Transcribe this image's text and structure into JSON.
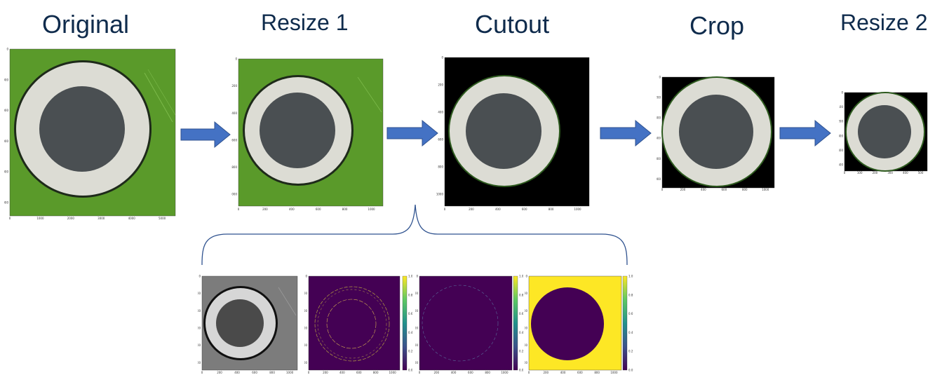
{
  "stages": [
    {
      "id": "original",
      "title": "Original",
      "x_ticks": [
        "0",
        "1000",
        "2000",
        "3000",
        "4000",
        "5000"
      ],
      "y_ticks": [
        "0",
        "1000",
        "2000",
        "3000",
        "4000",
        "5000"
      ]
    },
    {
      "id": "resize1",
      "title": "Resize 1",
      "x_ticks": [
        "0",
        "200",
        "400",
        "600",
        "800",
        "1000"
      ],
      "y_ticks": [
        "0",
        "200",
        "400",
        "600",
        "800",
        "1000"
      ]
    },
    {
      "id": "cutout",
      "title": "Cutout",
      "x_ticks": [
        "0",
        "200",
        "400",
        "600",
        "800",
        "1000"
      ],
      "y_ticks": [
        "0",
        "200",
        "400",
        "600",
        "800",
        "1000"
      ]
    },
    {
      "id": "crop",
      "title": "Crop",
      "x_ticks": [
        "0",
        "200",
        "400",
        "600",
        "800",
        "1000"
      ],
      "y_ticks": [
        "0",
        "200",
        "400",
        "600",
        "800",
        "1000"
      ]
    },
    {
      "id": "resize2",
      "title": "Resize 2",
      "x_ticks": [
        "0",
        "100",
        "200",
        "300",
        "400",
        "500"
      ],
      "y_ticks": [
        "0",
        "100",
        "200",
        "300",
        "400",
        "500"
      ]
    }
  ],
  "substeps": [
    {
      "id": "grayscale",
      "x_ticks": [
        "0",
        "200",
        "400",
        "600",
        "800",
        "1000"
      ],
      "y_ticks": [
        "0",
        "200",
        "400",
        "600",
        "800",
        "1000"
      ]
    },
    {
      "id": "edges",
      "x_ticks": [
        "0",
        "200",
        "400",
        "600",
        "800",
        "1000"
      ],
      "y_ticks": [
        "0",
        "200",
        "400",
        "600",
        "800",
        "1000"
      ],
      "colorbar_ticks": [
        "0.0",
        "0.2",
        "0.4",
        "0.6",
        "0.8",
        "1.0"
      ]
    },
    {
      "id": "circle",
      "x_ticks": [
        "0",
        "200",
        "400",
        "600",
        "800",
        "1000"
      ],
      "y_ticks": [
        "0",
        "200",
        "400",
        "600",
        "800",
        "1000"
      ],
      "colorbar_ticks": [
        "0.0",
        "0.2",
        "0.4",
        "0.6",
        "0.8",
        "1.0"
      ]
    },
    {
      "id": "mask",
      "x_ticks": [
        "0",
        "200",
        "400",
        "600",
        "800",
        "1000"
      ],
      "y_ticks": [
        "0",
        "200",
        "400",
        "600",
        "800",
        "1000"
      ],
      "colorbar_ticks": [
        "0.0",
        "0.2",
        "0.4",
        "0.6",
        "0.8",
        "1.0"
      ]
    }
  ],
  "colors": {
    "title": "#0f2b4c",
    "arrow_fill": "#4472c4",
    "arrow_stroke": "#2f528f",
    "brace": "#2f528f",
    "green_bg": "#5a9a2a",
    "ring": "#dcdcd4",
    "core": "#4a4f52",
    "viridis_low": "#440154",
    "viridis_high": "#fde725"
  },
  "icons": [
    "right-arrow-icon",
    "curly-brace-icon"
  ]
}
